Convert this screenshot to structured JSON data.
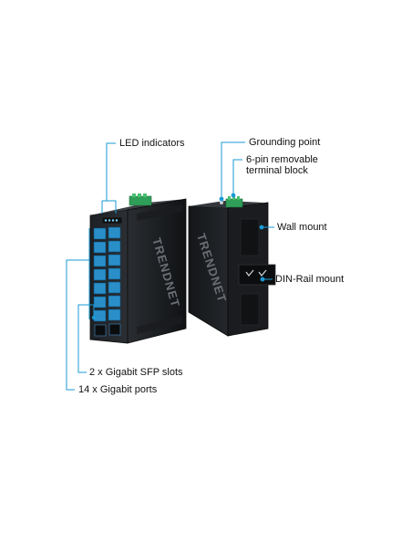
{
  "brand": "TRENDNET",
  "accent_color": "#1a9ad6",
  "callouts": {
    "led_indicators": "LED indicators",
    "grounding_point": "Grounding point",
    "terminal_block_line1": "6-pin removable",
    "terminal_block_line2": "terminal block",
    "wall_mount": "Wall mount",
    "din_rail_mount": "DIN-Rail mount",
    "sfp_slots": "2 x Gigabit SFP slots",
    "gigabit_ports": "14 x Gigabit ports"
  }
}
